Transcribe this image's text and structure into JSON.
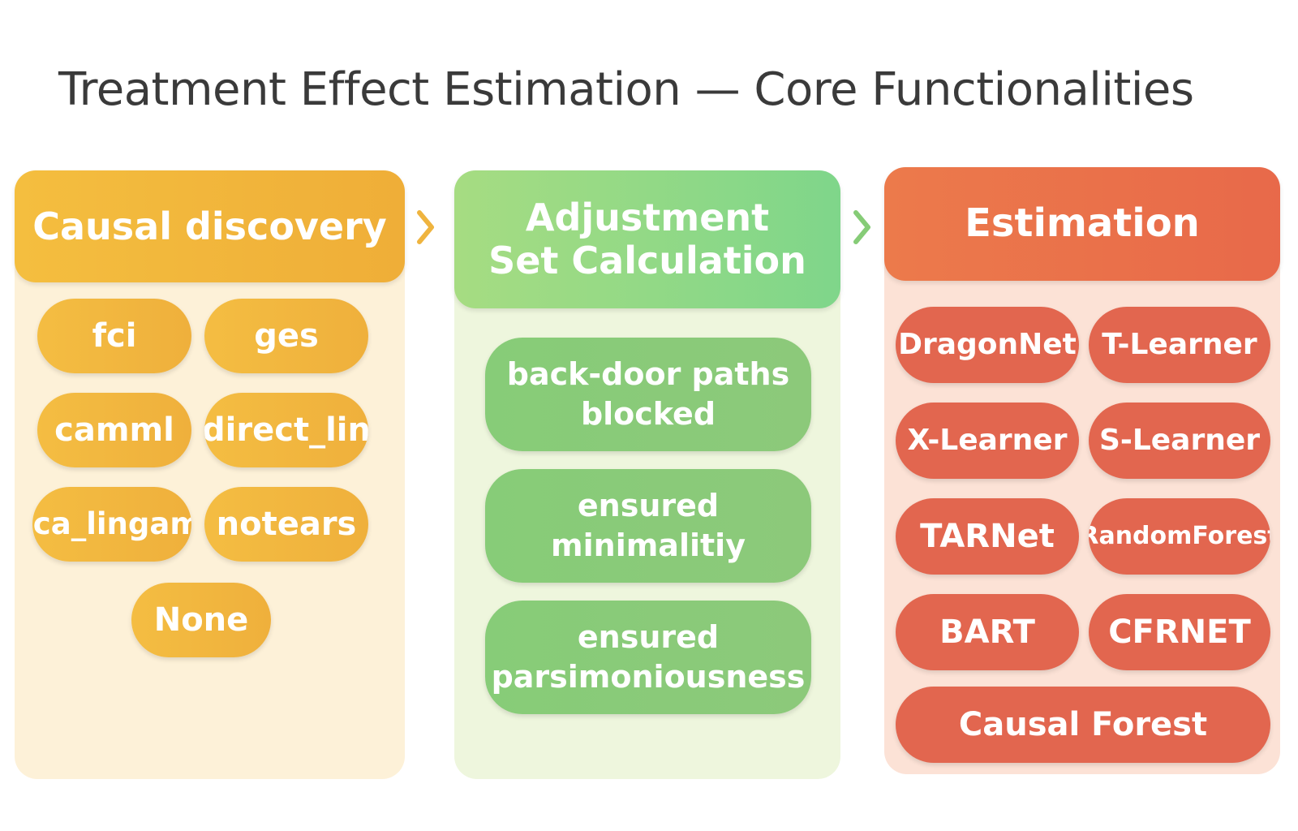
{
  "title": "Treatment Effect Estimation — Core Functionalities",
  "colors": {
    "discovery": "#f2b63f",
    "adjustment": "#8ccd7a",
    "estimation": "#e5664e",
    "arrow1": "#efb43f",
    "arrow2": "#86cc77"
  },
  "columns": [
    {
      "header": "Causal discovery",
      "items": [
        "fci",
        "ges",
        "camml",
        "direct_lin",
        "ica_lingam",
        "notears",
        "None"
      ]
    },
    {
      "header_line1": "Adjustment",
      "header_line2": "Set Calculation",
      "items": [
        {
          "line1": "back-door paths",
          "line2": "blocked"
        },
        {
          "line1": "ensured",
          "line2": "minimalitiy"
        },
        {
          "line1": "ensured",
          "line2": "parsimoniousness"
        }
      ]
    },
    {
      "header": "Estimation",
      "items": [
        "DragonNet",
        "T-Learner",
        "X-Learner",
        "S-Learner",
        "TARNet",
        "RandomForest",
        "BART",
        "CFRNET",
        "Causal Forest"
      ]
    }
  ],
  "arrows": [
    "chevron-right-icon",
    "chevron-right-icon"
  ]
}
